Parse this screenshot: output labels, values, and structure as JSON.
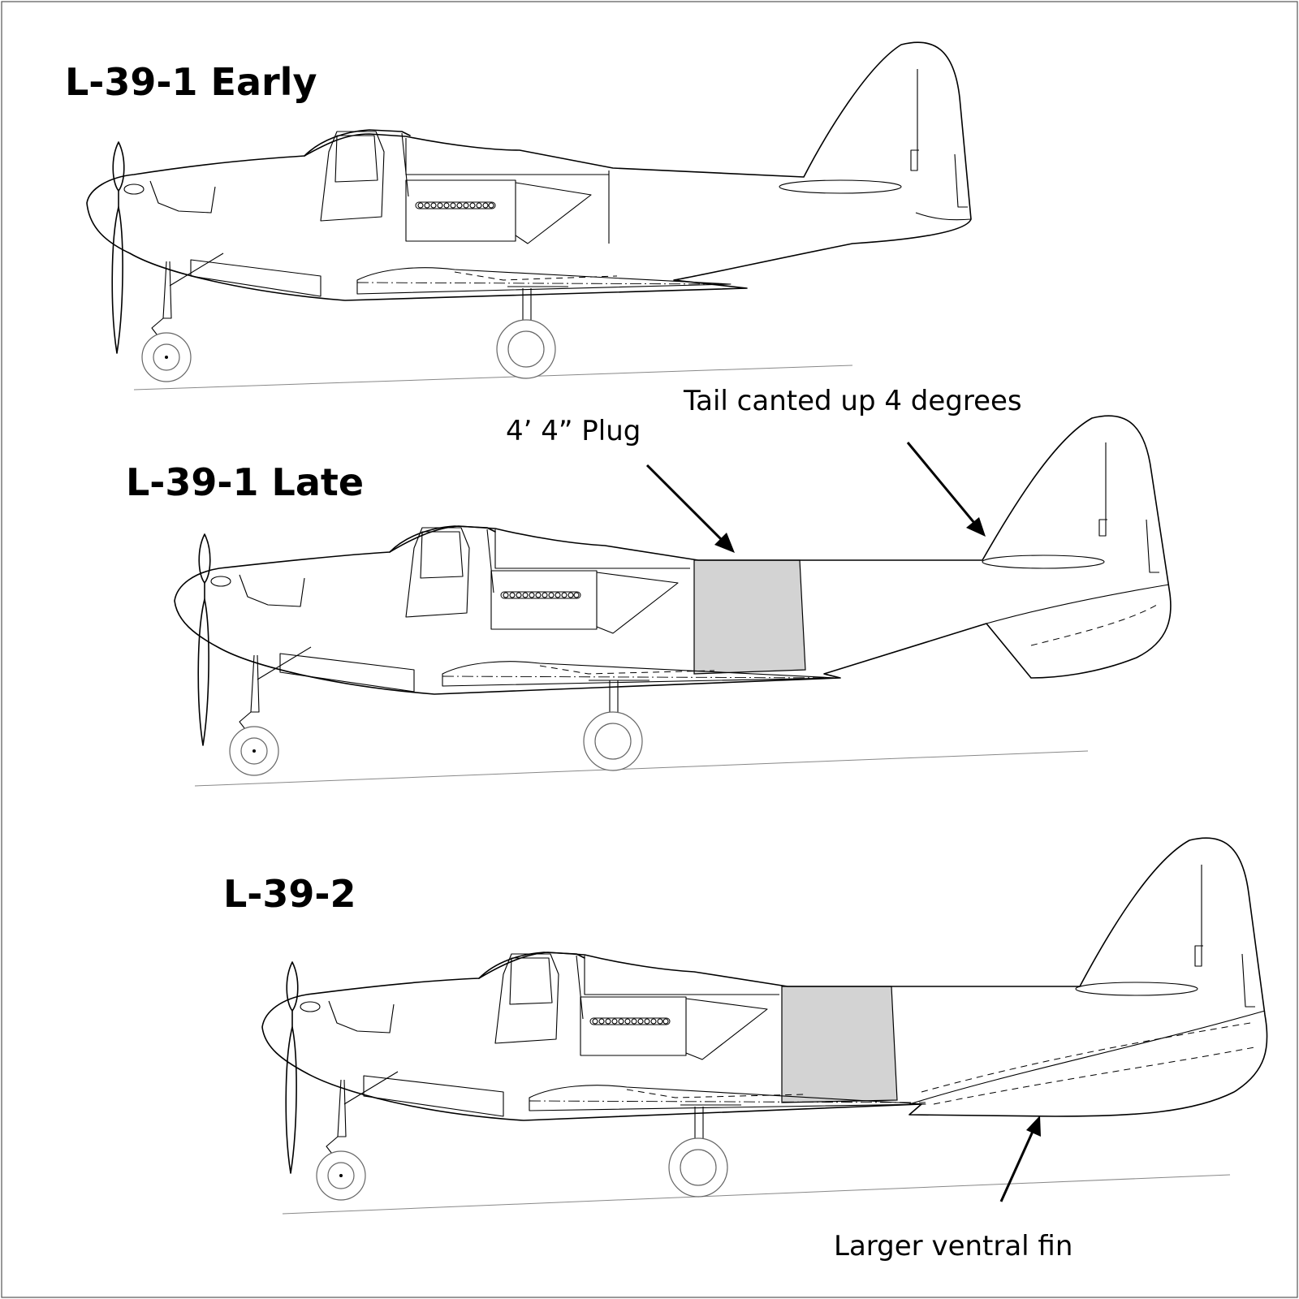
{
  "titles": {
    "early": "L-39-1 Early",
    "late": "L-39-1 Late",
    "model2": "L-39-2"
  },
  "annotations": {
    "plug": "4’ 4” Plug",
    "tail": "Tail canted up 4 degrees",
    "fin": "Larger ventral fin"
  },
  "colors": {
    "plug_fill": "#d3d3d3",
    "line": "#000000"
  }
}
